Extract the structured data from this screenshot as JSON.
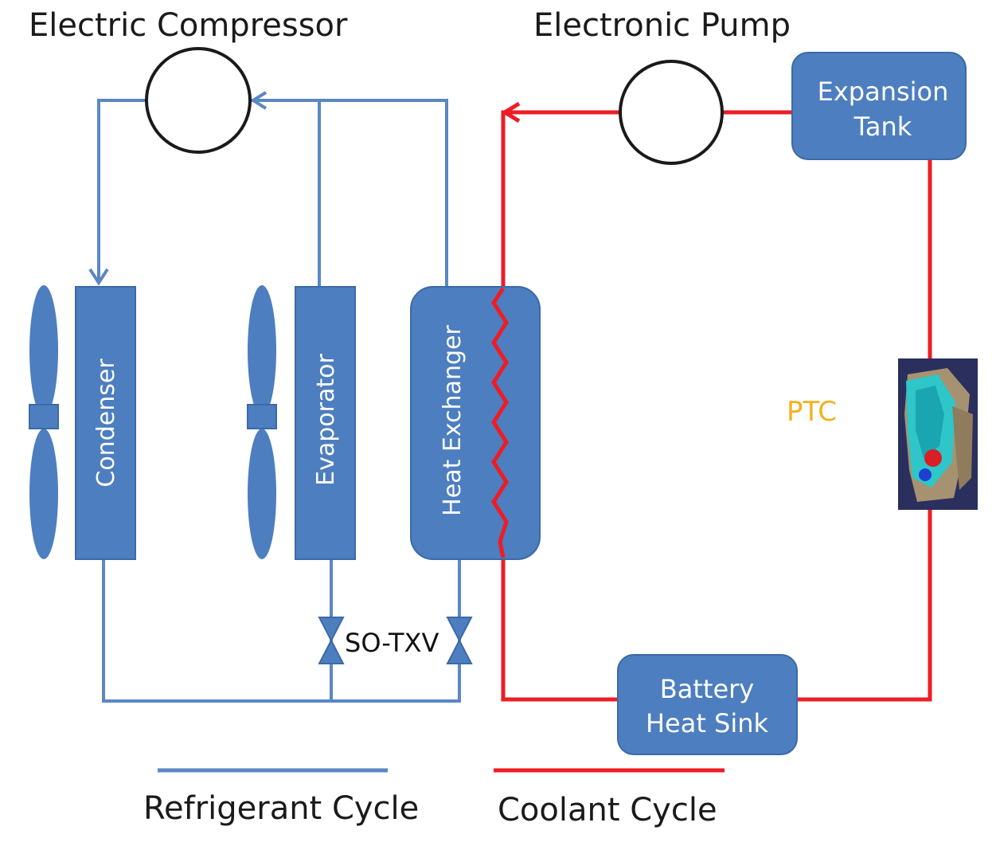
{
  "labels": {
    "compressor": "Electric Compressor",
    "pump": "Electronic Pump",
    "expansion_tank_line1": "Expansion",
    "expansion_tank_line2": "Tank",
    "condenser": "Condenser",
    "evaporator": "Evaporator",
    "heat_exchanger": "Heat Exchanger",
    "valve": "SO-TXV",
    "ptc": "PTC",
    "battery_line1": "Battery",
    "battery_line2": "Heat Sink",
    "legend_refrigerant": "Refrigerant Cycle",
    "legend_coolant": "Coolant Cycle"
  },
  "colors": {
    "refrigerant": "#5b87c5",
    "coolant": "#ee1c25",
    "component_fill": "#4d7ebf",
    "ptc_text": "#f2b21b"
  }
}
